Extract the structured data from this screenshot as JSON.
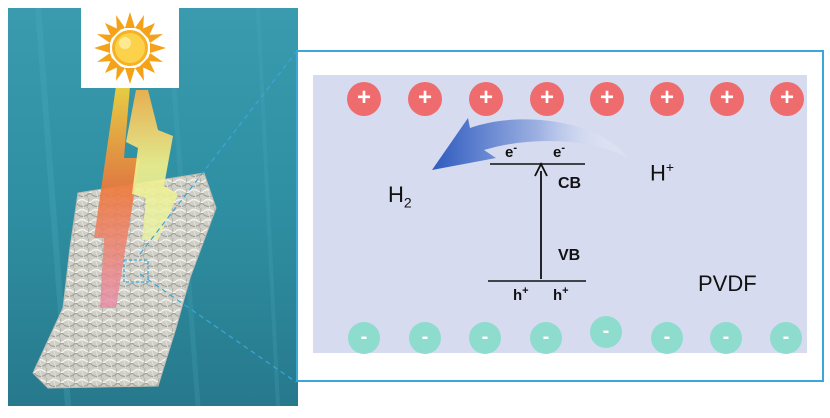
{
  "diagram": {
    "labels": {
      "h2_main": "H",
      "h2_sub": "2",
      "h_plus": "H",
      "h_plus_sup": "+",
      "e_minus_1": "e",
      "e_minus_2": "e",
      "e_minus_sup": "-",
      "cb": "CB",
      "vb": "VB",
      "hole_1": "h",
      "hole_2": "h",
      "hole_sup": "+",
      "pvdf": "PVDF"
    },
    "positive_charges": [
      "+",
      "+",
      "+",
      "+",
      "+",
      "+",
      "+",
      "+"
    ],
    "negative_charges": [
      "-",
      "-",
      "-",
      "-",
      "-",
      "-",
      "-",
      "-"
    ],
    "colors": {
      "water": "#2f8fa2",
      "frame_border": "#3aa7d8",
      "inner_panel": "#d6dbef",
      "positive_charge": "#ee6b6e",
      "negative_charge": "#8ddccd",
      "electron_arrow": "#2e5bbf"
    },
    "icons": [
      "sun-icon"
    ]
  }
}
